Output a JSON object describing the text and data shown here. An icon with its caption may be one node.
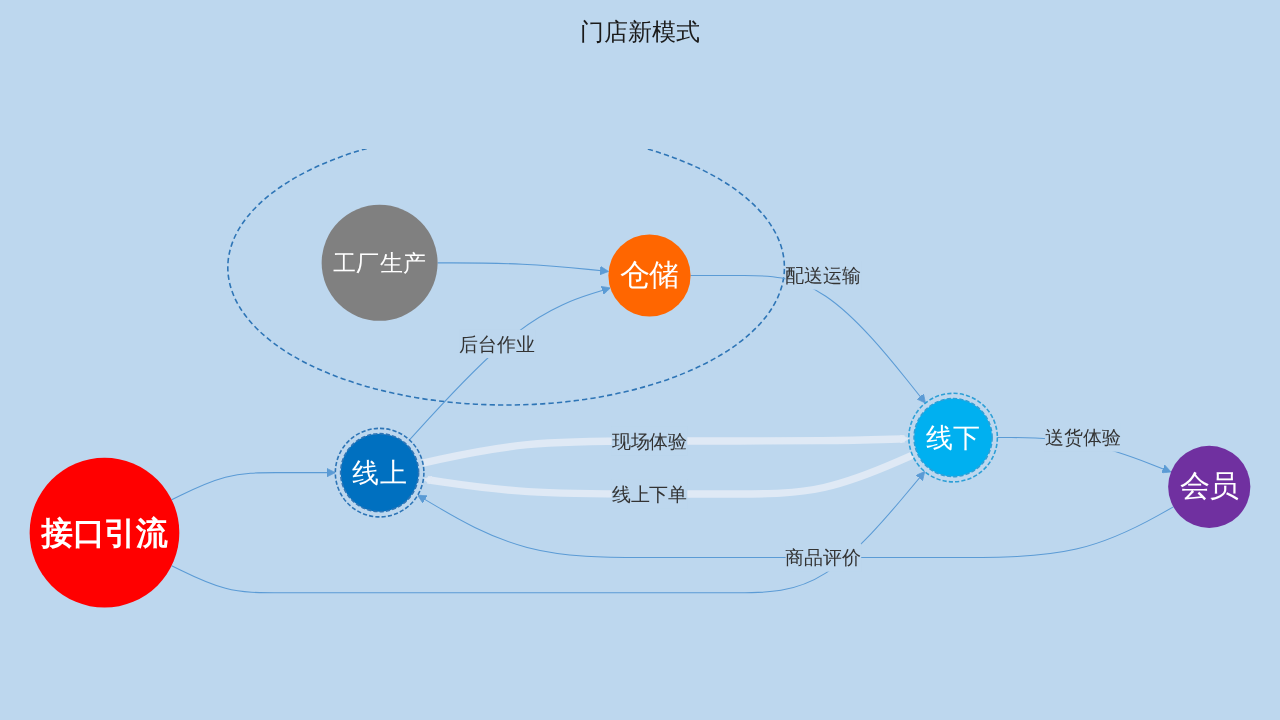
{
  "diagram": {
    "title": "门店新模式",
    "nodes": [
      {
        "text": [
          "接口引流"
        ]
      },
      {
        "text": [
          "线上"
        ]
      },
      {
        "text": [
          "线下"
        ]
      },
      {
        "text": [],
        "shape": "ellipse"
      },
      {
        "text": [
          "工厂生产"
        ],
        "in": 3
      },
      {
        "text": [
          "仓储"
        ],
        "in": 3
      },
      {
        "text": [
          "会员"
        ]
      }
    ],
    "edges": [
      {
        "from": 0,
        "to": 1,
        "arrow": "to"
      },
      {
        "from": 0,
        "to": 2,
        "arrow": "to"
      },
      {
        "from": 1,
        "to": 2,
        "arrow": "to",
        "label": "现场体验",
        "style": "thick",
        "color": "#dfe9f5"
      },
      {
        "from": 2,
        "to": 1,
        "arrow": "to",
        "label": "线上下单",
        "style": "thick",
        "color": "#dfe9f5"
      },
      {
        "from": 1,
        "to": 5,
        "arrow": "to",
        "label": "后台作业"
      },
      {
        "from": 4,
        "to": 5,
        "arrow": "to"
      },
      {
        "from": 5,
        "to": 2,
        "arrow": "to",
        "label": "配送运输"
      },
      {
        "from": 2,
        "to": 6,
        "arrow": "to",
        "label": "送货体验"
      },
      {
        "from": 6,
        "to": 1,
        "arrow": "to",
        "label": "商品评价"
      }
    ]
  }
}
